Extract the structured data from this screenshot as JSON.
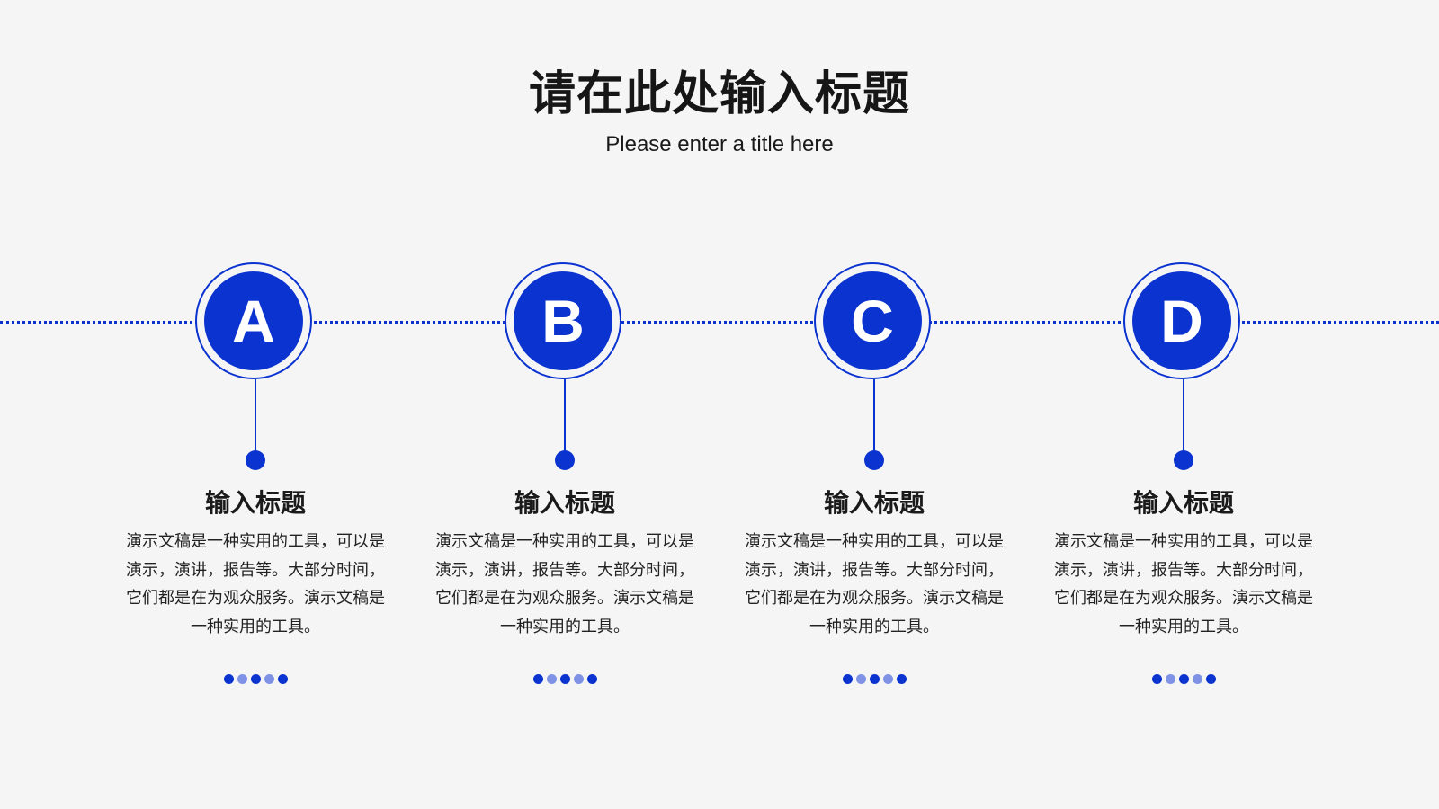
{
  "header": {
    "title": "请在此处输入标题",
    "subtitle": "Please enter a title here"
  },
  "colors": {
    "accent": "#0a33d0",
    "accent_light": "#7f93e6",
    "background": "#f5f5f6"
  },
  "steps": [
    {
      "letter": "A",
      "title": "输入标题",
      "body": "演示文稿是一种实用的工具，可以是演示，演讲，报告等。大部分时间，它们都是在为观众服务。演示文稿是一种实用的工具。"
    },
    {
      "letter": "B",
      "title": "输入标题",
      "body": "演示文稿是一种实用的工具，可以是演示，演讲，报告等。大部分时间，它们都是在为观众服务。演示文稿是一种实用的工具。"
    },
    {
      "letter": "C",
      "title": "输入标题",
      "body": "演示文稿是一种实用的工具，可以是演示，演讲，报告等。大部分时间，它们都是在为观众服务。演示文稿是一种实用的工具。"
    },
    {
      "letter": "D",
      "title": "输入标题",
      "body": "演示文稿是一种实用的工具，可以是演示，演讲，报告等。大部分时间，它们都是在为观众服务。演示文稿是一种实用的工具。"
    }
  ]
}
